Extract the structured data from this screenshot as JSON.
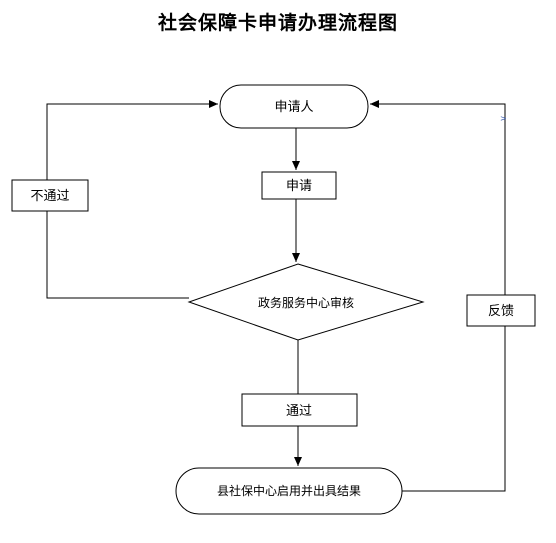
{
  "title": "社会保障卡申请办理流程图",
  "nodes": {
    "applicant": "申请人",
    "apply": "申请",
    "review": "政务服务中心审核",
    "pass": "通过",
    "reject": "不通过",
    "issue": "县社保中心启用并出具结果",
    "feedback": "反馈"
  },
  "stray_mark": ">"
}
